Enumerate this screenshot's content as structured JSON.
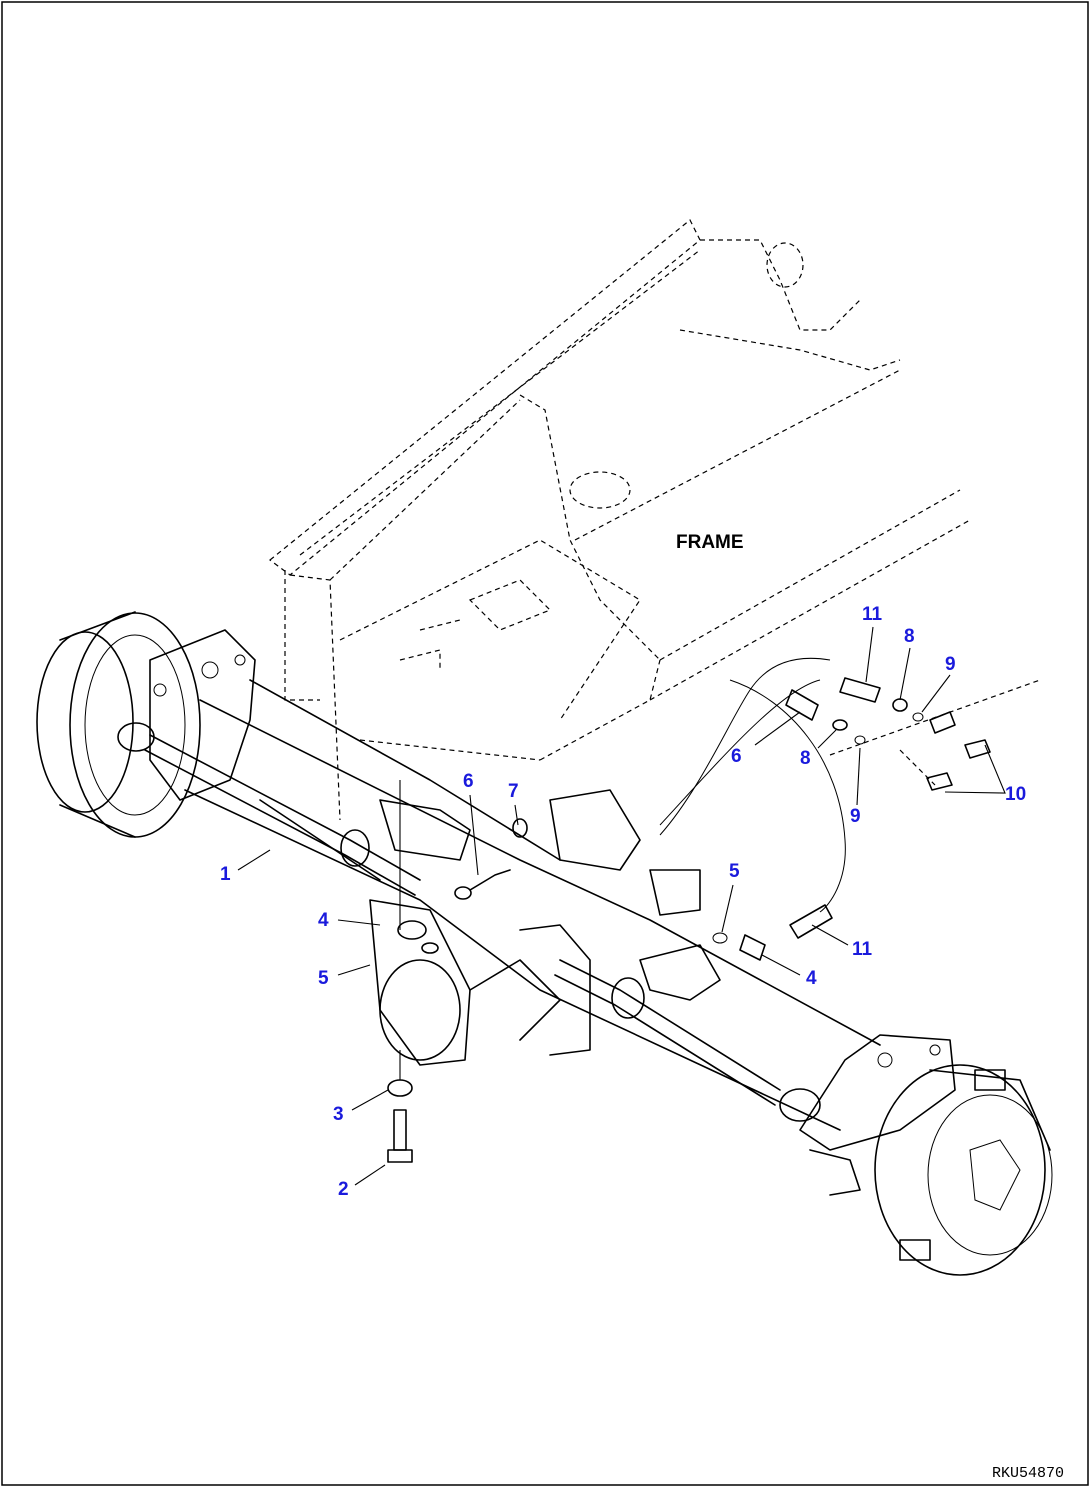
{
  "frame_label": "FRAME",
  "drawing_id": "RKU54870",
  "callouts": {
    "c1": "1",
    "c2": "2",
    "c3": "3",
    "c4_left": "4",
    "c4_right": "4",
    "c5_left": "5",
    "c5_right": "5",
    "c6_upper": "6",
    "c6_right": "6",
    "c7": "7",
    "c8_top": "8",
    "c8_mid": "8",
    "c9_top": "9",
    "c9_mid": "9",
    "c10": "10",
    "c11_top": "11",
    "c11_bottom": "11"
  }
}
